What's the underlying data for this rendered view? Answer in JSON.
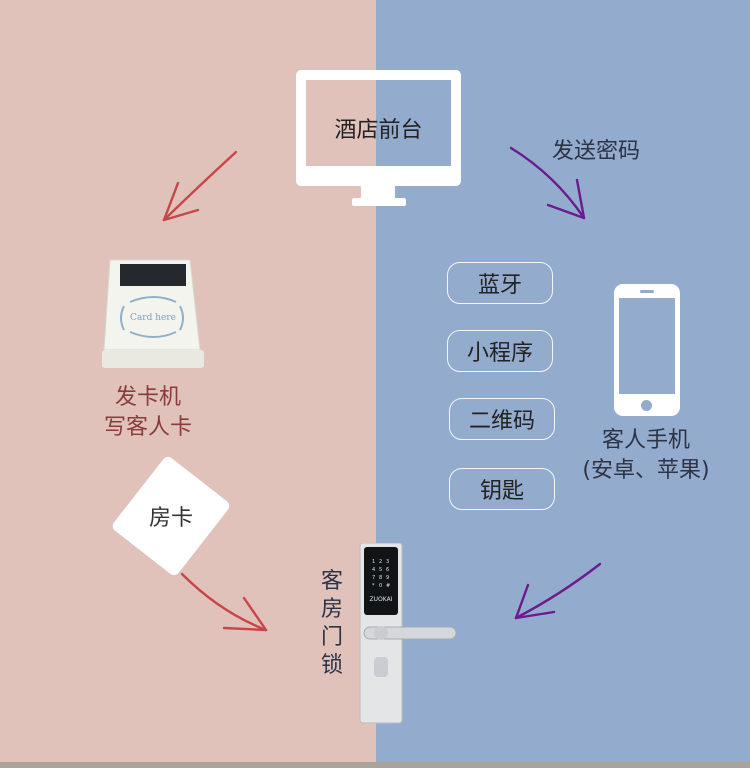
{
  "front_desk": {
    "title": "酒店前台"
  },
  "send_password": {
    "label": "发送密码"
  },
  "card_machine": {
    "line1": "发卡机",
    "line2": "写客人卡",
    "card_text": "Card here"
  },
  "room_card": {
    "label": "房卡"
  },
  "methods": [
    "蓝牙",
    "小程序",
    "二维码",
    "钥匙"
  ],
  "phone": {
    "line1": "客人手机",
    "line2": "(安卓、苹果)"
  },
  "door_lock": {
    "chars": [
      "客",
      "房",
      "门",
      "锁"
    ],
    "brand": "ZUOKAI"
  },
  "colors": {
    "left_bg": "#e0c2ba",
    "right_bg": "#93abcd",
    "red_arrow": "#c8454a",
    "purple_arrow": "#6a1b8e"
  }
}
